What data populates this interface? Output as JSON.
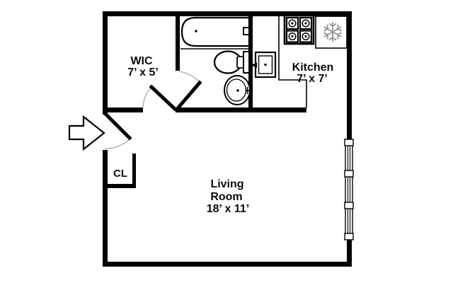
{
  "rooms": {
    "wic": {
      "label": "WIC",
      "dims": "7’ x 5’"
    },
    "kitchen": {
      "label": "Kitchen",
      "dims": "7’ x 7’"
    },
    "living_room": {
      "line1": "Living",
      "line2": "Room",
      "dims": "18’ x 11’"
    },
    "closet": {
      "label": "CL"
    }
  },
  "fixtures": {
    "bathroom": [
      "bathtub",
      "toilet",
      "pedestal-sink"
    ],
    "kitchen": [
      "stove-4-burner",
      "refrigerator-freezer",
      "kitchen-sink",
      "counter"
    ],
    "other": [
      "entry-arrow",
      "triple-window",
      "door-swings"
    ]
  },
  "icons": {
    "freezer": "snowflake-icon",
    "entry": "entry-arrow-icon"
  },
  "colors": {
    "walls": "#000000",
    "door_swing_arc": "#a9a9a9",
    "snowflake": "#9a9a9a",
    "background": "#ffffff"
  }
}
